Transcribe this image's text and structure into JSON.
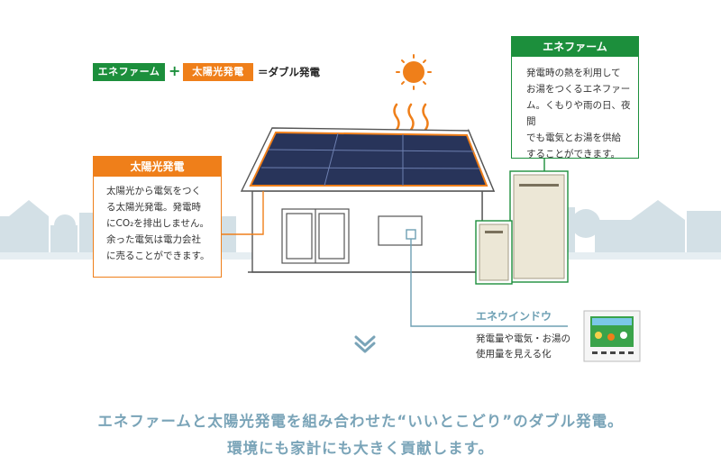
{
  "legend": {
    "enefarm": "エネファーム",
    "plus": "+",
    "solar": "太陽光発電",
    "result": "＝ダブル発電"
  },
  "solar_panel": {
    "title": "太陽光発電",
    "text": "太陽光から電気をつく\nる太陽光発電。発電時\nにCO₂を排出しません。\n余った電気は電力会社\nに売ることができます。"
  },
  "enefarm_panel": {
    "title": "エネファーム",
    "text": "発電時の熱を利用して\nお湯をつくるエネファー\nム。くもりや雨の日、夜間\nでも電気とお湯を供給\nすることができます。"
  },
  "enewindow": {
    "title": "エネウインドウ",
    "text": "発電量や電気・お湯の\n使用量を見える化"
  },
  "caption": {
    "line1": "エネファームと太陽光発電を組み合わせた“いいとこどり”のダブル発電。",
    "line2": "環境にも家計にも大きく貢献します。"
  },
  "colors": {
    "green": "#1c8f3c",
    "orange": "#ef7f1a",
    "blue_line": "#6ea0b4",
    "caption": "#7aa4b8",
    "skyline": "#d3e0e6"
  },
  "icons": {
    "sun": "sun-icon",
    "heat": "heat-wave-icon",
    "chevron": "chevron-down-icon"
  }
}
